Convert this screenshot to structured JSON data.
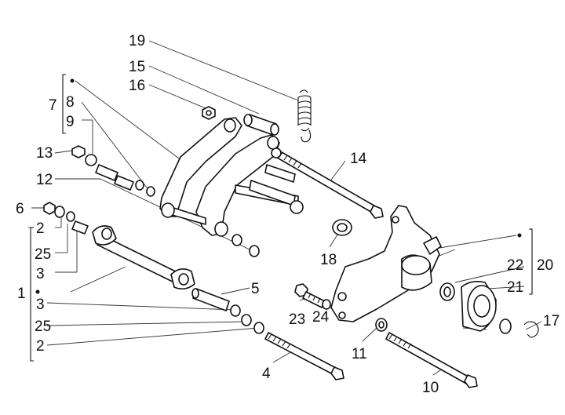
{
  "labels": {
    "n1": "1",
    "n2a": "2",
    "n2b": "2",
    "n3a": "3",
    "n3b": "3",
    "n4": "4",
    "n5": "5",
    "n6": "6",
    "n7": "7",
    "n8": "8",
    "n9": "9",
    "n10": "10",
    "n11": "11",
    "n12": "12",
    "n13": "13",
    "n14": "14",
    "n15": "15",
    "n16": "16",
    "n17": "17",
    "n18": "18",
    "n19": "19",
    "n20": "20",
    "n21": "21",
    "n22": "22",
    "n23": "23",
    "n24": "24",
    "n25a": "25",
    "n25b": "25"
  }
}
